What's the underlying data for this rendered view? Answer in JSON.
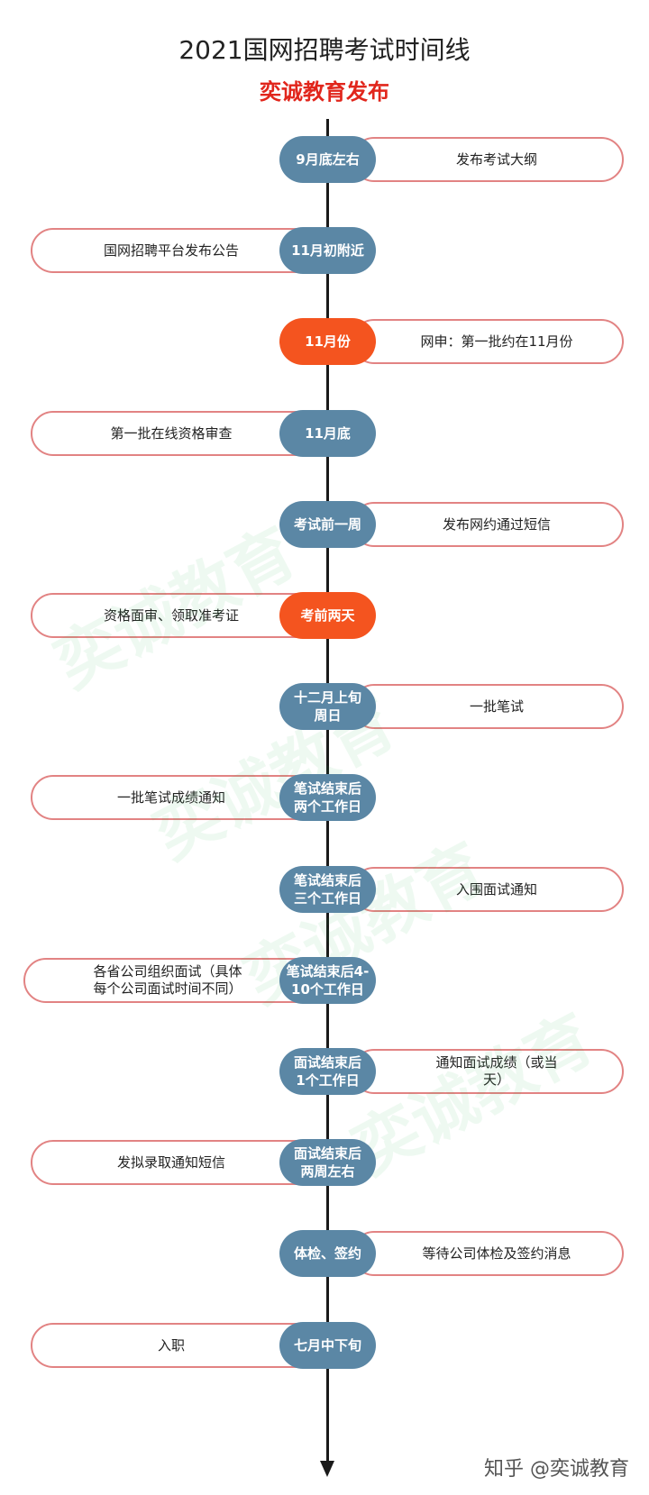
{
  "title": "2021国网招聘考试时间线",
  "subtitle": "奕诚教育发布",
  "watermark": "奕诚教育",
  "footer": "知乎 @奕诚教育",
  "colors": {
    "node_blue": "#5b87a5",
    "node_orange": "#f4541f",
    "box_border": "#e28383",
    "subtitle_red": "#e1261c"
  },
  "events": [
    {
      "time": "9月底左右",
      "event": "发布考试大纲",
      "side": "right",
      "highlight": false
    },
    {
      "time": "11月初附近",
      "event": "国网招聘平台发布公告",
      "side": "left",
      "highlight": false
    },
    {
      "time": "11月份",
      "event": "网申：第一批约在11月份",
      "side": "right",
      "highlight": true
    },
    {
      "time": "11月底",
      "event": "第一批在线资格审查",
      "side": "left",
      "highlight": false
    },
    {
      "time": "考试前一周",
      "event": "发布网约通过短信",
      "side": "right",
      "highlight": false
    },
    {
      "time": "考前两天",
      "event": "资格面审、领取准考证",
      "side": "left",
      "highlight": true
    },
    {
      "time": "十二月上旬\n周日",
      "event": "一批笔试",
      "side": "right",
      "highlight": false
    },
    {
      "time": "笔试结束后\n两个工作日",
      "event": "一批笔试成绩通知",
      "side": "left",
      "highlight": false
    },
    {
      "time": "笔试结束后\n三个工作日",
      "event": "入围面试通知",
      "side": "right",
      "highlight": false
    },
    {
      "time": "笔试结束后4-\n10个工作日",
      "event": "各省公司组织面试（具体\n每个公司面试时间不同）",
      "side": "left",
      "highlight": false
    },
    {
      "time": "面试结束后\n1个工作日",
      "event": "通知面试成绩（或当\n天）",
      "side": "right",
      "highlight": false
    },
    {
      "time": "面试结束后\n两周左右",
      "event": "发拟录取通知短信",
      "side": "left",
      "highlight": false
    },
    {
      "time": "体检、签约",
      "event": "等待公司体检及签约消息",
      "side": "right",
      "highlight": false
    },
    {
      "time": "七月中下旬",
      "event": "入职",
      "side": "left",
      "highlight": false
    }
  ]
}
